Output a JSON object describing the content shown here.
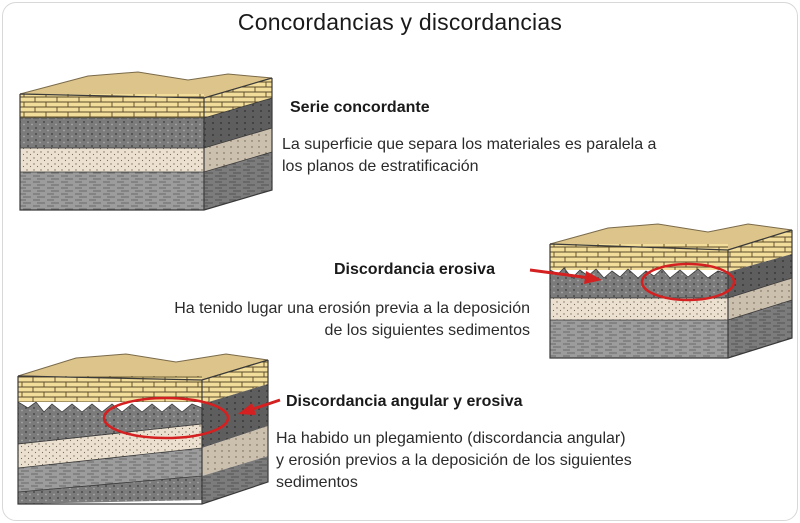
{
  "title": "Concordancias y discordancias",
  "sections": [
    {
      "heading": "Serie concordante",
      "description_lines": [
        "La superficie que separa los materiales es paralela a",
        "los planos de estratificación"
      ]
    },
    {
      "heading": "Discordancia erosiva",
      "description_lines": [
        "Ha tenido lugar una erosión previa a la deposición",
        "de los siguientes sedimentos"
      ]
    },
    {
      "heading": "Discordancia angular y erosiva",
      "description_lines": [
        "Ha habido un plegamiento (discordancia angular)",
        "y erosión previos a la deposición de los siguientes",
        "sedimentos"
      ]
    }
  ],
  "colors": {
    "highlight": "#d42020",
    "sand": "#dcc48a",
    "brick": "#f3dd9a",
    "dark_gravel": "#7d7d7d",
    "light_dotted": "#e8dccb",
    "shale": "#9b9b9b"
  }
}
